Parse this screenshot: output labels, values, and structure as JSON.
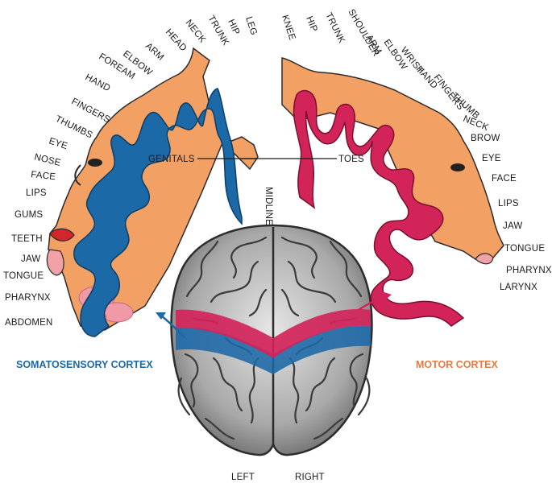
{
  "colors": {
    "somatosensory": "#1c69a8",
    "motor": "#d3245a",
    "motor_title": "#e57a3f",
    "skin": "#f3a064",
    "brain": "#8d8d8d",
    "brain_dark": "#2c2c2c"
  },
  "sensory_labels": [
    "LEG",
    "HIP",
    "TRUNK",
    "NECK",
    "HEAD",
    "ARM",
    "ELBOW",
    "FOREAM",
    "HAND",
    "FINGERS",
    "THUMBS",
    "EYE",
    "NOSE",
    "FACE",
    "LIPS",
    "GUMS",
    "TEETH",
    "JAW",
    "TONGUE",
    "PHARYNX",
    "ABDOMEN"
  ],
  "motor_labels": [
    "KNEE",
    "HIP",
    "TRUNK",
    "SHOULDER",
    "ARM",
    "ELBOW",
    "WRIST",
    "HAND",
    "FINGERS",
    "THUMB",
    "NECK",
    "BROW",
    "EYE",
    "FACE",
    "LIPS",
    "JAW",
    "TONGUE",
    "PHARYNX",
    "LARYNX"
  ],
  "sensory_title": "SOMATOSENSORY CORTEX",
  "motor_title": "MOTOR CORTEX",
  "genitals": "GENITALS",
  "toes": "TOES",
  "midline": "MIDLINE",
  "left": "LEFT",
  "right": "RIGHT",
  "icons": [
    "brain-icon",
    "sensory-homunculus-icon",
    "motor-homunculus-icon"
  ]
}
